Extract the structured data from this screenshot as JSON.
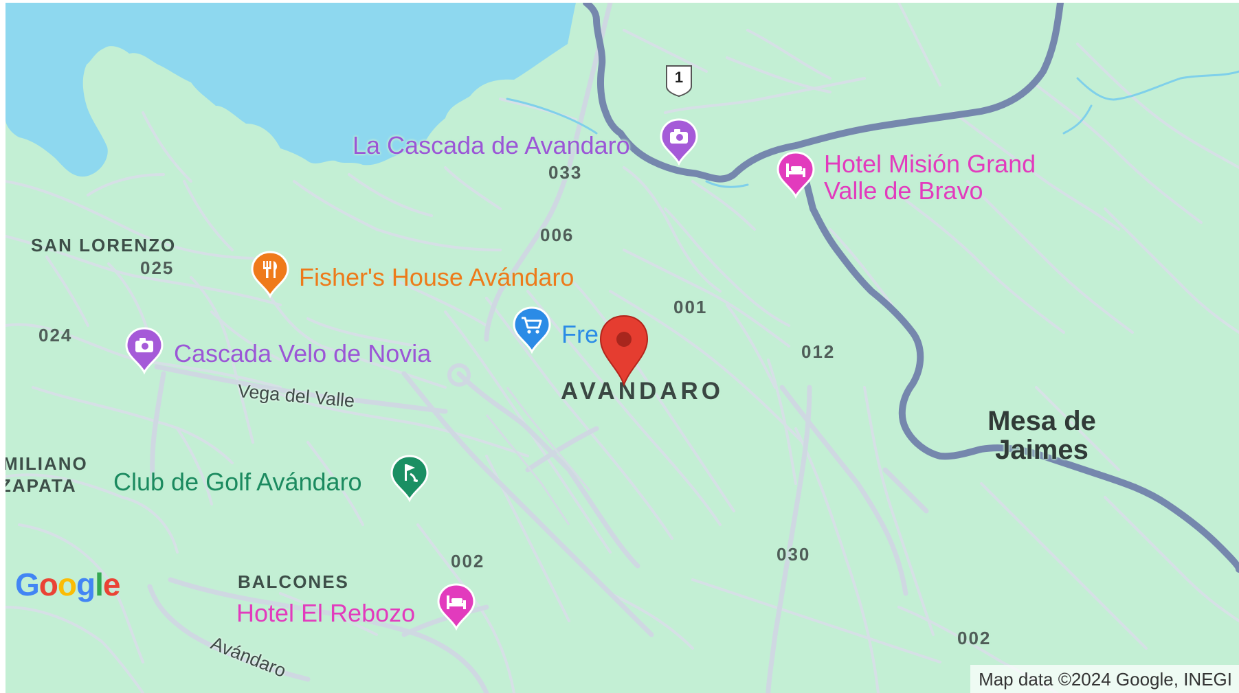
{
  "map": {
    "area_labels": {
      "san_lorenzo": "SAN LORENZO",
      "emiliano_zapata_line1": "MILIANO",
      "emiliano_zapata_line2": "ZAPATA",
      "balcones": "BALCONES",
      "avandaro": "AVANDARO"
    },
    "town_label": {
      "line1": "Mesa de",
      "line2": "Jaimes"
    },
    "codes": {
      "c033": "033",
      "c006": "006",
      "c025": "025",
      "c024": "024",
      "c001": "001",
      "c012": "012",
      "c002a": "002",
      "c030": "030",
      "c002b": "002"
    },
    "road_names": {
      "vega_del_valle": "Vega del Valle",
      "avandaro_road": "Avándaro"
    },
    "highway_shield": "1",
    "pois": {
      "la_cascada": {
        "name": "La Cascada de Avandaro",
        "icon": "camera-icon",
        "color": "#a55ad8"
      },
      "hotel_mision": {
        "name_line1": "Hotel Misión Grand",
        "name_line2": "Valle de Bravo",
        "icon": "hotel-bed-icon",
        "color": "#e23bbd"
      },
      "fishers_house": {
        "name": "Fisher's House Avándaro",
        "icon": "restaurant-icon",
        "color": "#ef7a1a"
      },
      "fre": {
        "name": "Fre",
        "icon": "shopping-cart-icon",
        "color": "#2b8be6"
      },
      "cascada_velo": {
        "name": "Cascada Velo de Novia",
        "icon": "camera-icon",
        "color": "#a55ad8"
      },
      "club_golf": {
        "name": "Club de Golf Avándaro",
        "icon": "golf-icon",
        "color": "#1a8f63"
      },
      "hotel_rebozo": {
        "name": "Hotel El Rebozo",
        "icon": "hotel-bed-icon",
        "color": "#e23bbd"
      }
    },
    "marker": {
      "icon": "red-location-pin-icon",
      "color": "#e53d30"
    },
    "google_logo": "Google",
    "attribution": "Map data ©2024 Google, INEGI",
    "colors": {
      "land": "#c3efd4",
      "water": "#8ed8ef",
      "river": "#7388ad",
      "minor_road": "#d7dfe6"
    }
  }
}
